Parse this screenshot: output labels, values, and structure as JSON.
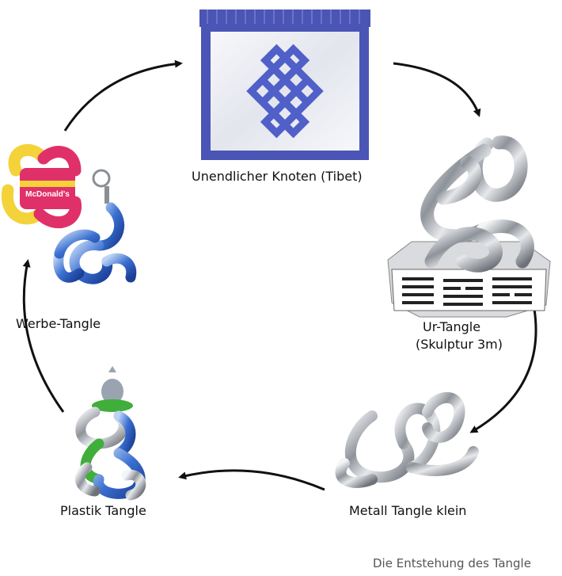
{
  "nodes": {
    "knot": {
      "label": "Unendlicher Knoten (Tibet)"
    },
    "sculpture": {
      "label_line1": "Ur-Tangle",
      "label_line2": "(Skulptur 3m)"
    },
    "metal": {
      "label": "Metall Tangle klein"
    },
    "plastic": {
      "label": "Plastik Tangle"
    },
    "promo": {
      "label": "Werbe-Tangle",
      "brand_text": "McDonald's"
    }
  },
  "caption": "Die Entstehung des Tangle",
  "colors": {
    "frame_blue": "#4a55b5",
    "knot_blue": "#5060c8",
    "chrome": "#b8bcc2",
    "plastic_blue": "#3a6fd0",
    "promo_pink": "#e0306a",
    "promo_yellow": "#f4d23a",
    "plastic_green": "#3fae3a",
    "arrow": "#111111"
  }
}
